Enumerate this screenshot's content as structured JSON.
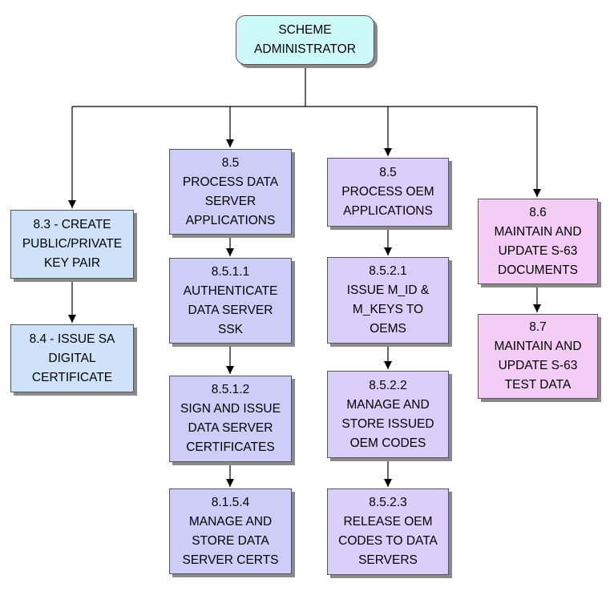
{
  "colors": {
    "root_fill": "#cdfaf8",
    "left_fill": "#cfe2fa",
    "data_server_fill": "#cccef8",
    "oem_fill": "#dccefa",
    "documents_fill": "#f4ccf6",
    "connector": "#000000",
    "shadow": "#8a8a8a"
  },
  "nodes": {
    "root": [
      "SCHEME",
      "ADMINISTRATOR"
    ],
    "keypair": [
      "8.3 - CREATE",
      "PUBLIC/PRIVATE",
      "KEY PAIR"
    ],
    "certificate": [
      "8.4 - ISSUE SA",
      "DIGITAL",
      "CERTIFICATE"
    ],
    "data_server": [
      [
        "8.5",
        "PROCESS DATA",
        "SERVER",
        "APPLICATIONS"
      ],
      [
        "8.5.1.1",
        "AUTHENTICATE",
        "DATA SERVER",
        "SSK"
      ],
      [
        "8.5.1.2",
        "SIGN AND ISSUE",
        "DATA SERVER",
        "CERTIFICATES"
      ],
      [
        "8.1.5.4",
        "MANAGE AND",
        "STORE DATA",
        "SERVER CERTS"
      ]
    ],
    "oem": [
      [
        "8.5",
        "PROCESS OEM",
        "APPLICATIONS"
      ],
      [
        "8.5.2.1",
        "ISSUE M_ID &",
        "M_KEYS TO",
        "OEMS"
      ],
      [
        "8.5.2.2",
        "MANAGE AND",
        "STORE ISSUED",
        "OEM CODES"
      ],
      [
        "8.5.2.3",
        "RELEASE OEM",
        "CODES TO DATA",
        "SERVERS"
      ]
    ],
    "documents": [
      "8.6",
      "MAINTAIN AND",
      "UPDATE S-63",
      "DOCUMENTS"
    ],
    "test_data": [
      "8.7",
      "MAINTAIN AND",
      "UPDATE S-63",
      "TEST DATA"
    ]
  }
}
